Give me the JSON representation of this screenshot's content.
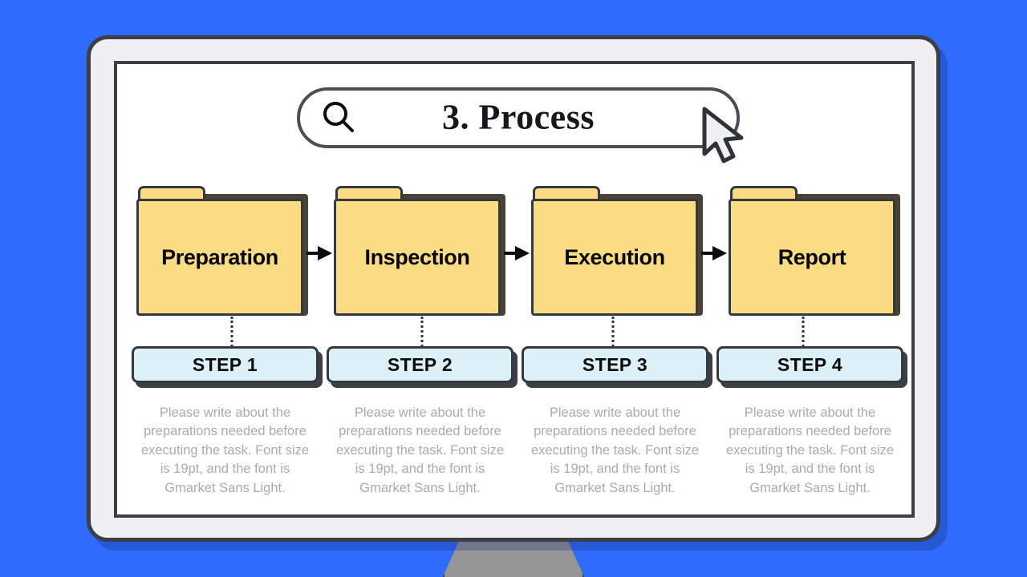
{
  "theme": {
    "background_color": "#2F6BFC",
    "folder_color": "#FBDC82",
    "step_color": "#DCF0F8",
    "outline_color": "#34383F",
    "screen_color": "#FFFFFF",
    "bezel_color": "#F0F0F2",
    "stand_color": "#969696",
    "description_text_color": "#A9ABAE"
  },
  "header": {
    "title": "3. Process",
    "search_icon": "search-icon",
    "cursor_icon": "mouse-cursor-icon"
  },
  "flow": {
    "arrow_icon": "arrow-right-icon",
    "folders": [
      {
        "label": "Preparation"
      },
      {
        "label": "Inspection"
      },
      {
        "label": "Execution"
      },
      {
        "label": "Report"
      }
    ]
  },
  "columns": [
    {
      "step_label": "STEP 1",
      "description": "Please write about the preparations needed before executing the task. Font size is 19pt, and the font is Gmarket Sans Light."
    },
    {
      "step_label": "STEP 2",
      "description": "Please write about the preparations needed before executing the task. Font size is 19pt, and the font is Gmarket Sans Light."
    },
    {
      "step_label": "STEP 3",
      "description": "Please write about the preparations needed before executing the task. Font size is 19pt, and the font is Gmarket Sans Light."
    },
    {
      "step_label": "STEP 4",
      "description": "Please write about the preparations needed before executing the task. Font size is 19pt, and the font is Gmarket Sans Light."
    }
  ]
}
